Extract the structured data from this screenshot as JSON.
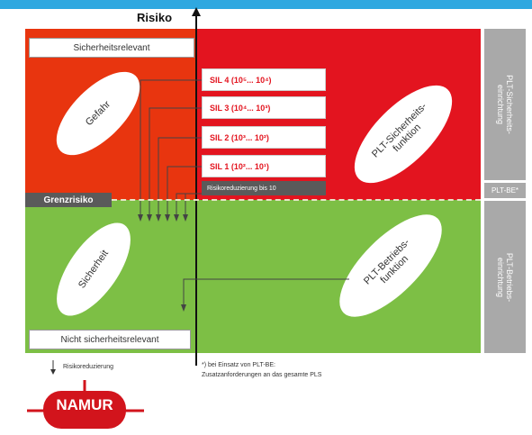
{
  "axis": {
    "label": "Risiko"
  },
  "top_label": "Sicherheitsrelevant",
  "bottom_label": "Nicht sicherheitsrelevant",
  "grenzrisiko": "Grenzrisiko",
  "ellipses": {
    "gefahr": "Gefahr",
    "sicherheit": "Sicherheit",
    "plt_sicherheit": [
      "PLT-Sicherheits-",
      "funktion"
    ],
    "plt_betrieb": [
      "PLT-Betriebs-",
      "funktion"
    ]
  },
  "sil_levels": [
    "SIL 4 (10⁵... 10⁴)",
    "SIL 3 (10⁴... 10³)",
    "SIL 2 (10³... 10²)",
    "SIL 1 (10²... 10¹)"
  ],
  "risk_reduction_box": "Risikoreduzierung bis 10",
  "side_columns": {
    "top": [
      "PLT-Sicherheits-",
      "einrichtung"
    ],
    "middle": "PLT-BE*",
    "bottom": [
      "PLT-Betriebs-",
      "einrichtung"
    ]
  },
  "legend": {
    "arrow_label": "Risikoreduzierung"
  },
  "footnote": [
    "*) bei Einsatz von PLT-BE:",
    "Zusatzanforderungen an das gesamte PLS"
  ],
  "logo": {
    "text": "NAMUR"
  },
  "colors": {
    "red_left": "#e8350f",
    "red_right": "#e3141f",
    "green": "#7dbf45",
    "grey": "#a9a9a9",
    "logo_red": "#d2141c"
  }
}
